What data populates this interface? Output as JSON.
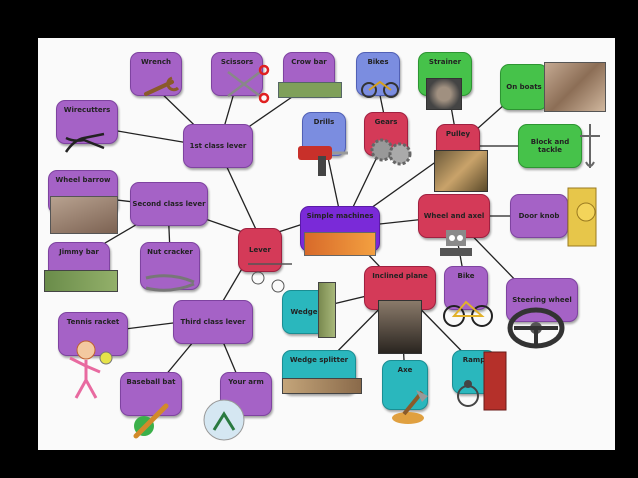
{
  "nodes": {
    "lever": "Lever",
    "simple_machines": "Simple machines",
    "first_class": "1st class lever",
    "second_class": "Second class lever",
    "third_class": "Third class lever",
    "wrench": "Wrench",
    "scissors": "Scissors",
    "crow_bar": "Crow bar",
    "wirecutters": "Wirecutters",
    "wheel_barrow": "Wheel barrow",
    "jimmy_bar": "Jimmy bar",
    "nut_cracker": "Nut cracker",
    "tennis_racket": "Tennis racket",
    "baseball_bat": "Baseball bat",
    "your_arm": "Your arm",
    "drills": "Drills",
    "gears": "Gears",
    "bikes": "Bikes",
    "strainer": "Strainer",
    "pulley": "Pulley",
    "on_boats": "On boats",
    "block_and_tackle": "Block and tackle",
    "wheel_and_axel": "Wheel and axel",
    "door_knob": "Door knob",
    "bike": "Bike",
    "steering_wheel": "Steering wheel",
    "inclined_plane": "Inclined plane",
    "wedge": "Wedge",
    "wedge_splitter": "Wedge splitter",
    "axe": "Axe",
    "ramp": "Ramp"
  },
  "colors": {
    "purple": "#a562c6",
    "red": "#d43a58",
    "green": "#46c24a",
    "blue": "#7b8de0",
    "teal": "#2ab7bd",
    "violet": "#7a2ad8"
  }
}
